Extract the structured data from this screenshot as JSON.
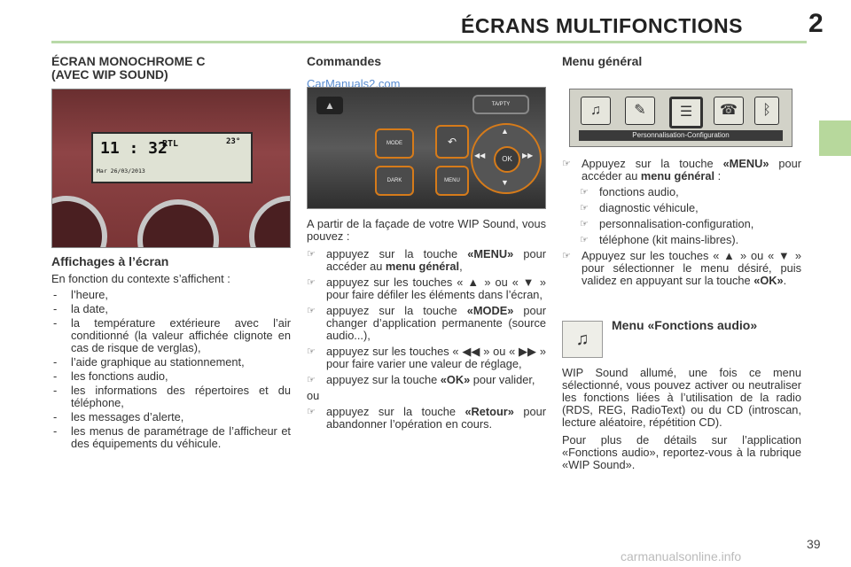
{
  "header": {
    "title": "ÉCRANS MULTIFONCTIONS",
    "chapter": "2"
  },
  "col1": {
    "heading_line1": "ÉCRAN MONOCHROME C",
    "heading_line2": "(AVEC WIP SOUND)",
    "display": {
      "time": "11 : 32",
      "station": "RTL",
      "temp": "23°",
      "date": "Mar 26/03/2013"
    },
    "subheading": "Affichages à l’écran",
    "intro": "En fonction du contexte s’affichent :",
    "items": [
      "l’heure,",
      "la date,",
      "la température extérieure avec l’air conditionné (la valeur affichée clignote en cas de risque de verglas),",
      "l’aide graphique au stationnement,",
      "les fonctions audio,",
      "les informations des répertoires et du téléphone,",
      "les messages d’alerte,",
      "les menus de paramétrage de l’afficheur et des équipements du véhicule."
    ]
  },
  "col2": {
    "heading": "Commandes",
    "watermark": "CarManuals2.com",
    "buttons": {
      "mode": "MODE",
      "dark": "DARK",
      "menu": "MENU",
      "ok": "OK",
      "ta": "TA/PTY"
    },
    "intro": "A partir de la façade de votre WIP Sound, vous pouvez :",
    "b1_pre": "appuyez sur la touche ",
    "b1_key": "«MENU»",
    "b1_mid": " pour accéder au ",
    "b1_bold": "menu général",
    "b1_post": ",",
    "b2": "appuyez sur les touches « ▲ » ou « ▼ » pour faire défiler les éléments dans l’écran,",
    "b3_pre": "appuyez sur la touche ",
    "b3_key": "«MODE»",
    "b3_post": " pour changer d’application permanente (source audio...),",
    "b4": "appuyez sur les touches « ◀◀ » ou « ▶▶ » pour faire varier une valeur de réglage,",
    "b5_pre": "appuyez sur la touche ",
    "b5_key": "«OK»",
    "b5_post": " pour valider,",
    "or": "ou",
    "b6_pre": "appuyez sur la touche ",
    "b6_key": "«Retour»",
    "b6_post": " pour abandonner l’opération en cours."
  },
  "col3": {
    "heading": "Menu général",
    "screen_bar": "Personnalisation-Configuration",
    "b1_pre": "Appuyez sur la touche ",
    "b1_key": "«MENU»",
    "b1_mid": " pour accéder au ",
    "b1_bold": "menu général",
    "b1_post": " :",
    "sub": [
      "fonctions audio,",
      "diagnostic véhicule,",
      "personnalisation-configuration,",
      "téléphone (kit mains-libres)."
    ],
    "b2_pre": "Appuyez sur les touches « ▲ » ou « ▼ » pour sélectionner le menu désiré, puis validez en appuyant sur la touche ",
    "b2_key": "«OK»",
    "b2_post": ".",
    "audio_heading": "Menu «Fonctions audio»",
    "p1": "WIP Sound allumé, une fois ce menu sélectionné, vous pouvez activer ou neutraliser les fonctions liées à l’utilisation de la radio (RDS, REG, RadioText) ou du CD (introscan, lecture aléatoire, répétition CD).",
    "p2": "Pour plus de détails sur l’application «Fonctions audio», reportez-vous à la rubrique «WIP Sound»."
  },
  "page_number": "39",
  "footer_watermark": "carmanualsonline.info"
}
